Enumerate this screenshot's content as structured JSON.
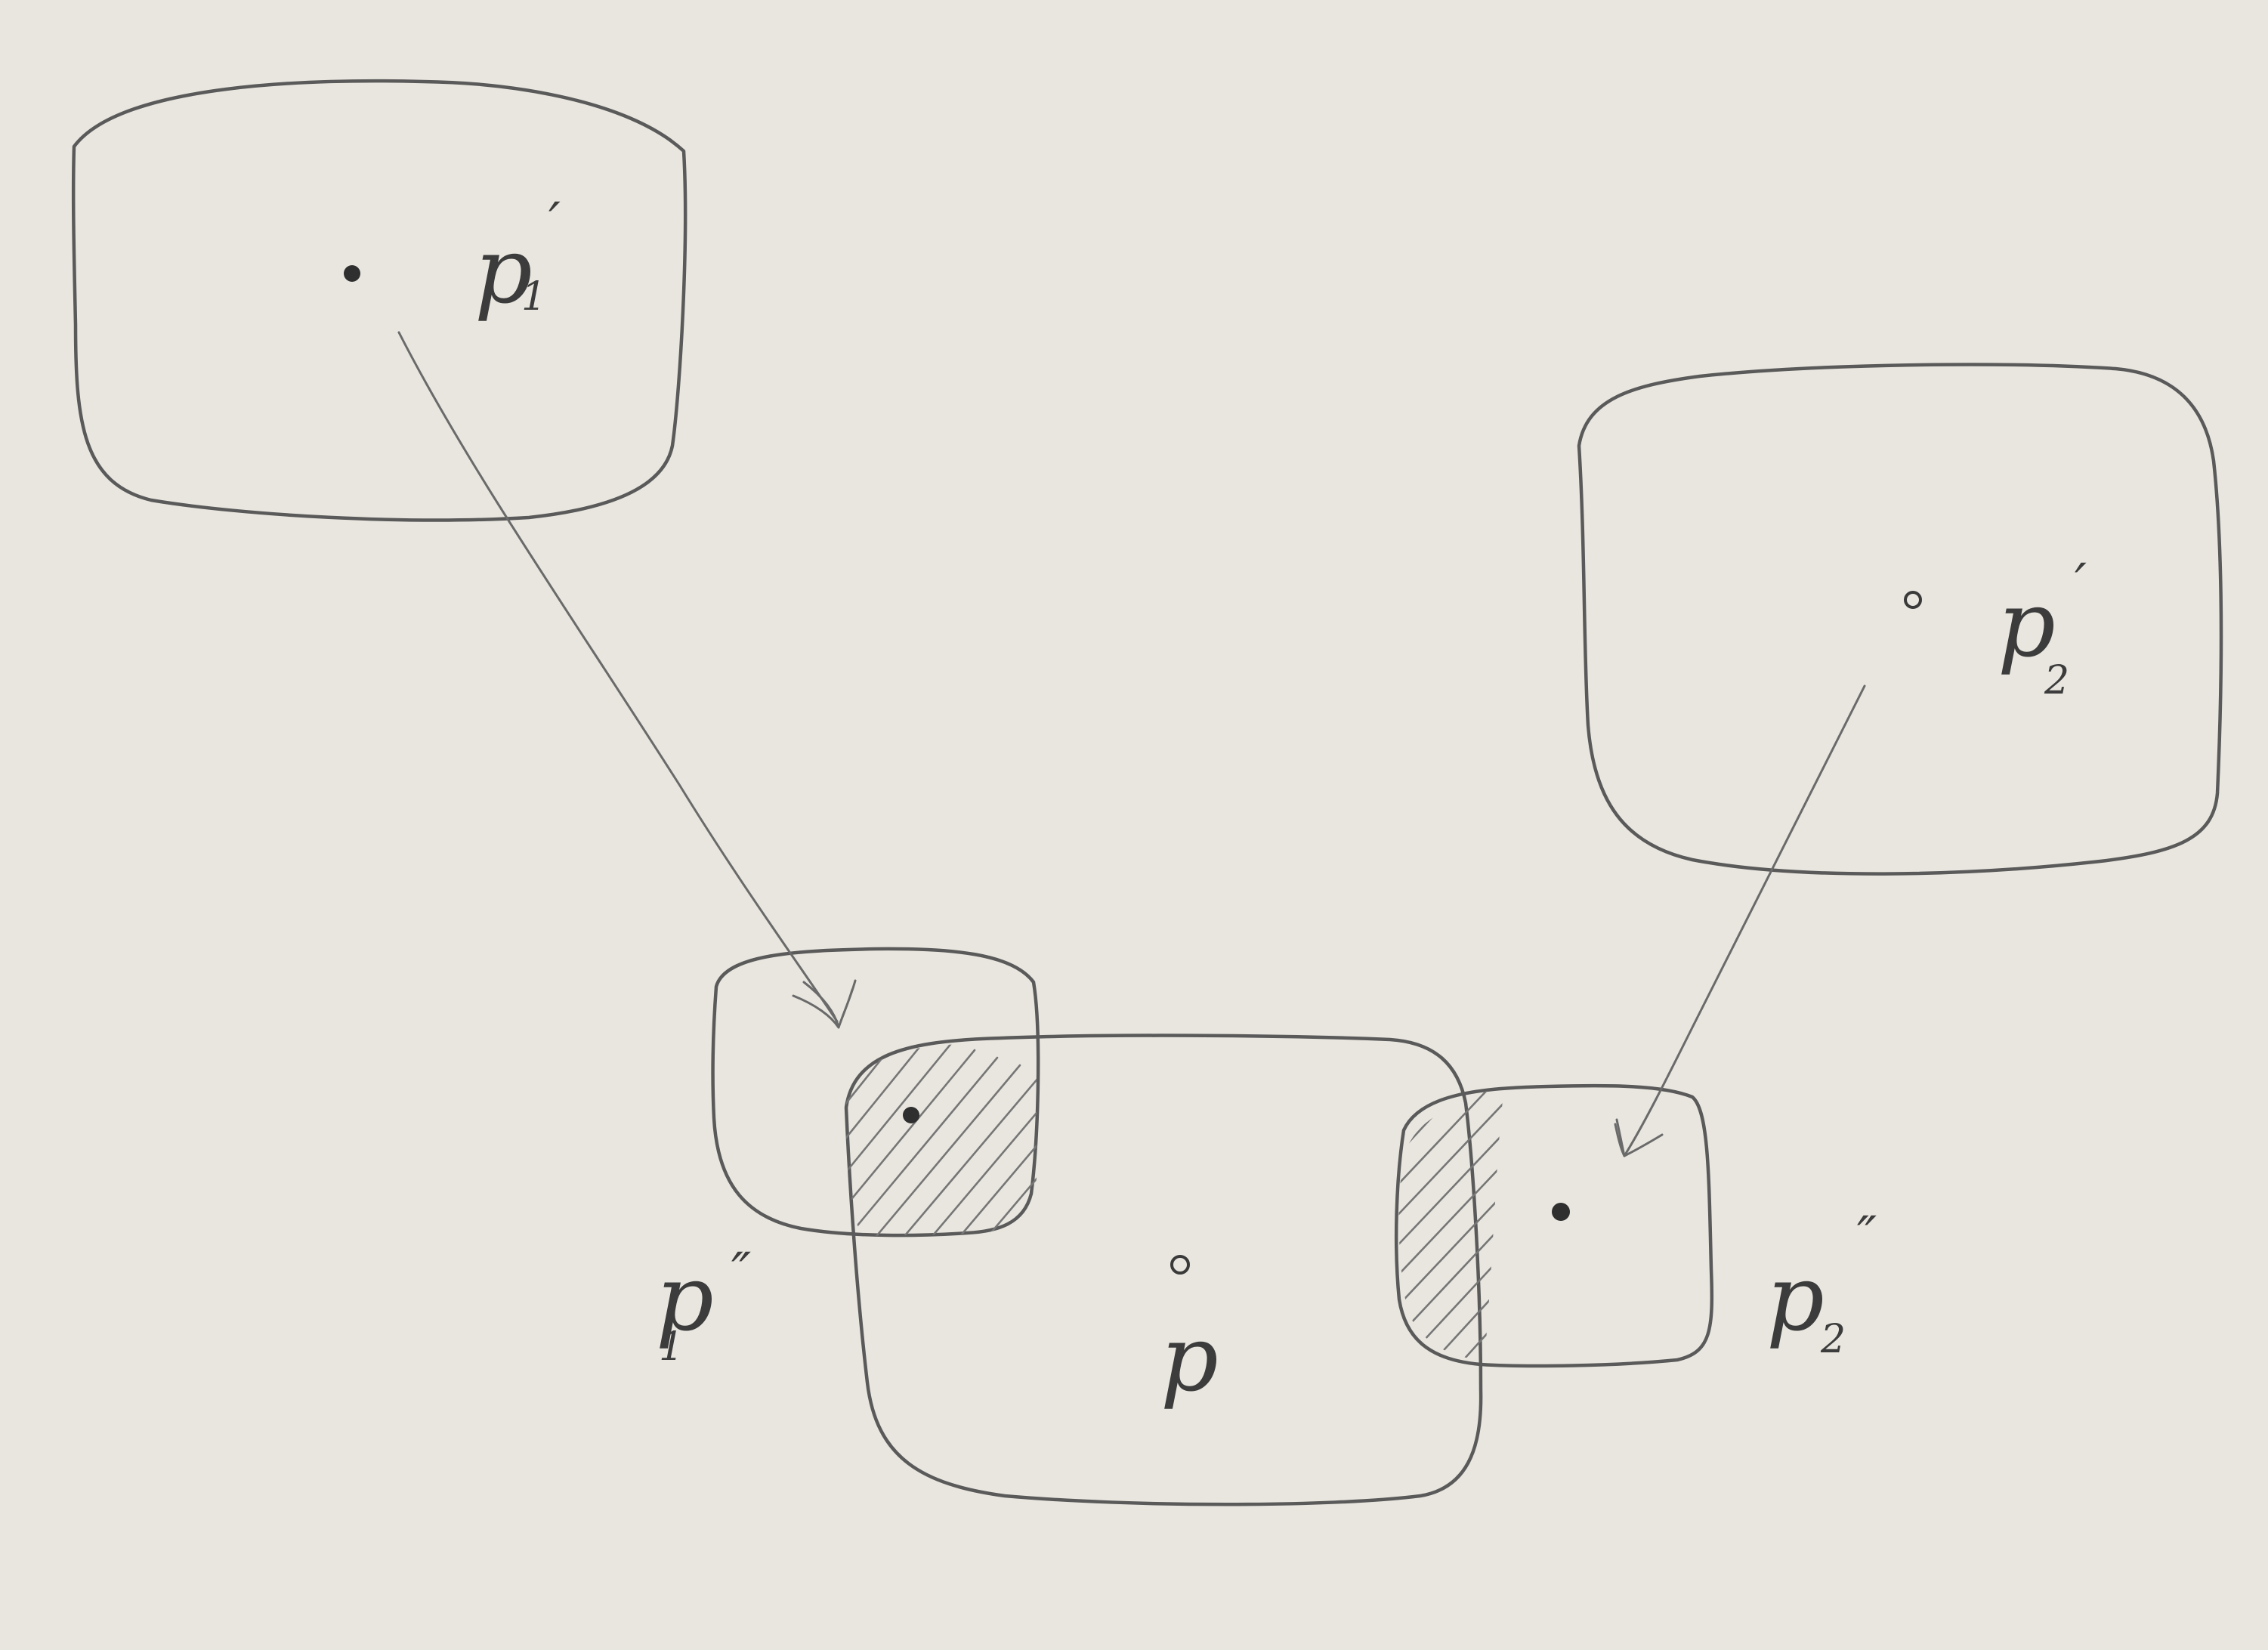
{
  "labels": {
    "p1_prime": {
      "base": "p",
      "sub": "1",
      "prime": "′"
    },
    "p2_prime": {
      "base": "p",
      "sub": "2",
      "prime": "′"
    },
    "p1_dprime": {
      "base": "p",
      "sub": "1",
      "prime": "″"
    },
    "p2_dprime": {
      "base": "p",
      "sub": "2",
      "prime": "″"
    },
    "p": {
      "base": "p"
    }
  },
  "colors": {
    "paper": "#e9e6df",
    "ink": "#5a5a5a",
    "hatch": "#767676"
  }
}
